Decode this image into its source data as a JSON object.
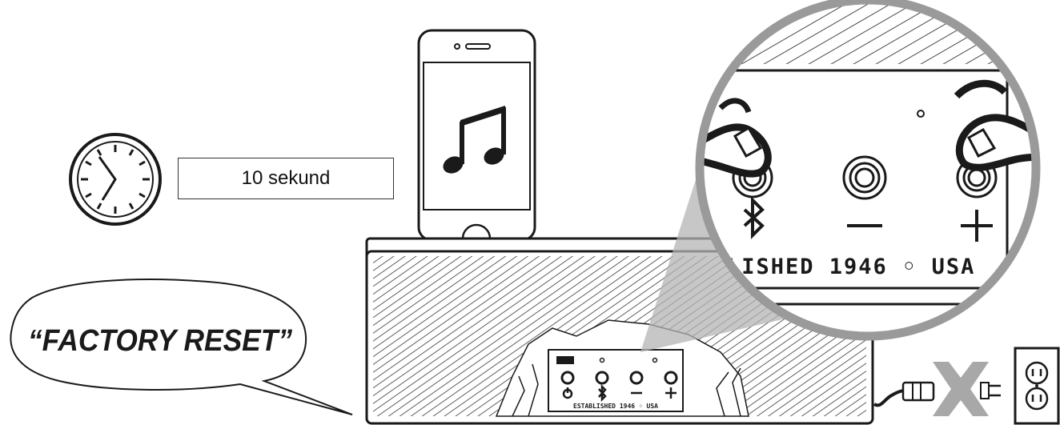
{
  "timer": {
    "label": "10 sekund"
  },
  "speech": {
    "text": "“FACTORY RESET”"
  },
  "panel_zoom": {
    "text": "LISHED 1946 ◦ USA"
  },
  "panel_small": {
    "text": "ESTABLISHED 1946 ◦ USA"
  },
  "icons": {
    "clock": "clock-icon",
    "music": "music-note-icon",
    "bluetooth": "bluetooth-icon",
    "minus": "minus-icon",
    "plus": "plus-icon",
    "power": "power-icon",
    "unplug": "unplug-x-icon",
    "outlet": "wall-outlet-icon"
  },
  "colors": {
    "line": "#1a1a1a",
    "cross": "#a8a8a8",
    "lens": "#9a9a9a"
  }
}
